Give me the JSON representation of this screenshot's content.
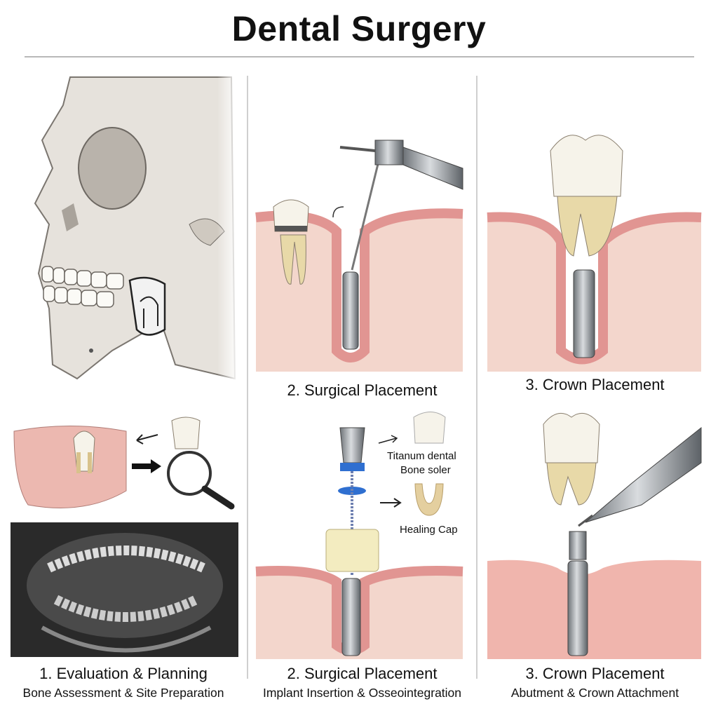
{
  "title": "Dental Surgery",
  "panels": [
    {
      "step": "1. Evaluation & Planning",
      "subtitle": "Bone Assessment & Site Preparation"
    },
    {
      "step": "2. Surgical Placement",
      "subtitle": "Implant Insertion & Osseointegration",
      "upper_label": "2. Surgical Placement"
    },
    {
      "step": "3. Crown Placement",
      "subtitle": "Abutment & Crown Attachment",
      "upper_label": "3. Crown Placement"
    }
  ],
  "component_labels": {
    "titanium_line1": "Titanum dental",
    "titanium_line2": "Bone soler",
    "healing_cap": "Healing Cap"
  },
  "colors": {
    "gum": "#e9a3a0",
    "bone": "#f3d6cc",
    "implant": "#8e949a",
    "tooth": "#f6f3ea",
    "root": "#e8d9a8"
  }
}
